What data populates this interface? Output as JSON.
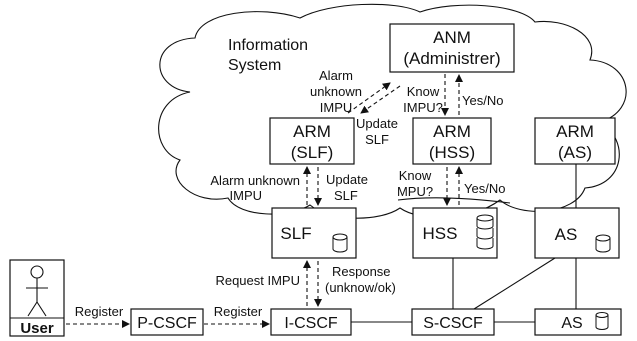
{
  "cloud": {
    "title_line1": "Information",
    "title_line2": "System"
  },
  "nodes": {
    "anm": {
      "line1": "ANM",
      "line2": "(Administrer)"
    },
    "arm_slf": {
      "line1": "ARM",
      "line2": "(SLF)"
    },
    "arm_hss": {
      "line1": "ARM",
      "line2": "(HSS)"
    },
    "arm_as": {
      "line1": "ARM",
      "line2": "(AS)"
    },
    "slf": "SLF",
    "hss": "HSS",
    "as_upper": "AS",
    "as_lower": "AS",
    "pcscf": "P-CSCF",
    "icscf": "I-CSCF",
    "scscf": "S-CSCF",
    "user": "User"
  },
  "labels": {
    "alarm_unknown_impu": [
      "Alarm",
      "unknown",
      "IMPU"
    ],
    "update_slf_top": [
      "Update",
      "SLF"
    ],
    "know_impu": [
      "Know",
      "IMPU?"
    ],
    "yes_no_top": "Yes/No",
    "alarm_unknown_impu_2": [
      "Alarm unknown",
      "IMPU"
    ],
    "update_slf_bottom": [
      "Update",
      "SLF"
    ],
    "know_mpu": [
      "Know",
      "MPU?"
    ],
    "yes_no_bottom": "Yes/No",
    "request_impu": "Request IMPU",
    "response": [
      "Response",
      "(unknow/ok)"
    ],
    "register_1": "Register",
    "register_2": "Register"
  }
}
